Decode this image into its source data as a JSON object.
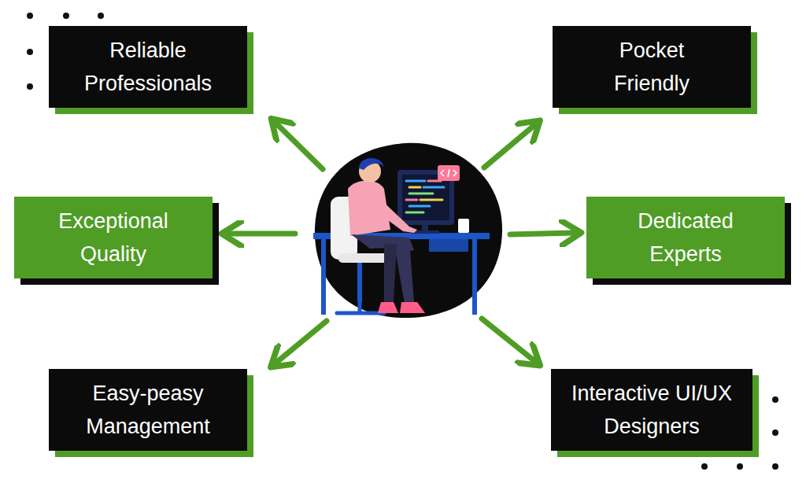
{
  "diagram": {
    "nodes": [
      {
        "text": [
          "Reliable Professionals"
        ]
      },
      {
        "text": [
          "Pocket Friendly"
        ]
      },
      {
        "text": [
          "Exceptional Quality"
        ]
      },
      {
        "text": [
          "Dedicated Experts"
        ]
      },
      {
        "text": [
          "Easy-peasy Management"
        ]
      },
      {
        "text": [
          "Interactive UI/UX Designers"
        ]
      }
    ]
  }
}
